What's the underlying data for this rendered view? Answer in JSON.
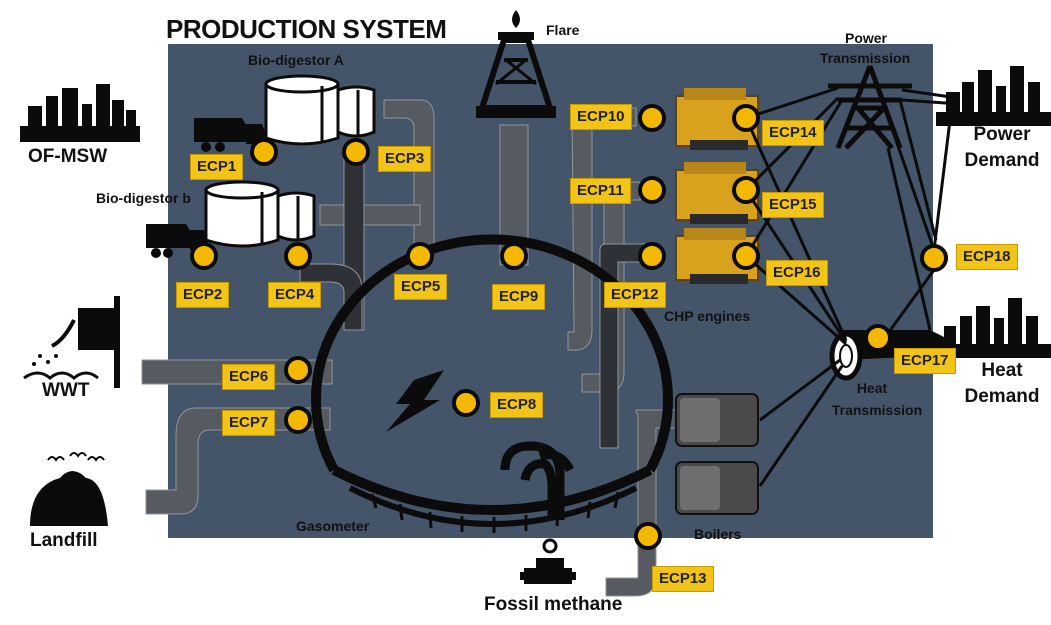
{
  "title": "PRODUCTION SYSTEM",
  "sources": {
    "ofmsw": "OF-MSW",
    "wwt": "WWT",
    "landfill": "Landfill",
    "fossil": "Fossil methane"
  },
  "units": {
    "biodigestor_a": "Bio-digestor A",
    "biodigestor_b": "Bio-digestor b",
    "flare": "Flare",
    "gasometer": "Gasometer",
    "chp": "CHP engines",
    "boilers": "Boilers",
    "power_transmission_1": "Power",
    "power_transmission_2": "Transmission",
    "heat_transmission_1": "Heat",
    "heat_transmission_2": "Transmission"
  },
  "demands": {
    "power_1": "Power",
    "power_2": "Demand",
    "heat_1": "Heat",
    "heat_2": "Demand"
  },
  "ecp": {
    "ecp1": "ECP1",
    "ecp2": "ECP2",
    "ecp3": "ECP3",
    "ecp4": "ECP4",
    "ecp5": "ECP5",
    "ecp6": "ECP6",
    "ecp7": "ECP7",
    "ecp8": "ECP8",
    "ecp9": "ECP9",
    "ecp10": "ECP10",
    "ecp11": "ECP11",
    "ecp12": "ECP12",
    "ecp13": "ECP13",
    "ecp14": "ECP14",
    "ecp15": "ECP15",
    "ecp16": "ECP16",
    "ecp17": "ECP17",
    "ecp18": "ECP18"
  },
  "colors": {
    "panel": "#445469",
    "pipe": "#555a60",
    "pipe_dark": "#2b2e31",
    "marker": "#f5b800",
    "label_bg": "#f2c418",
    "engine": "#d9a21c",
    "boiler": "#4a4a4a"
  }
}
